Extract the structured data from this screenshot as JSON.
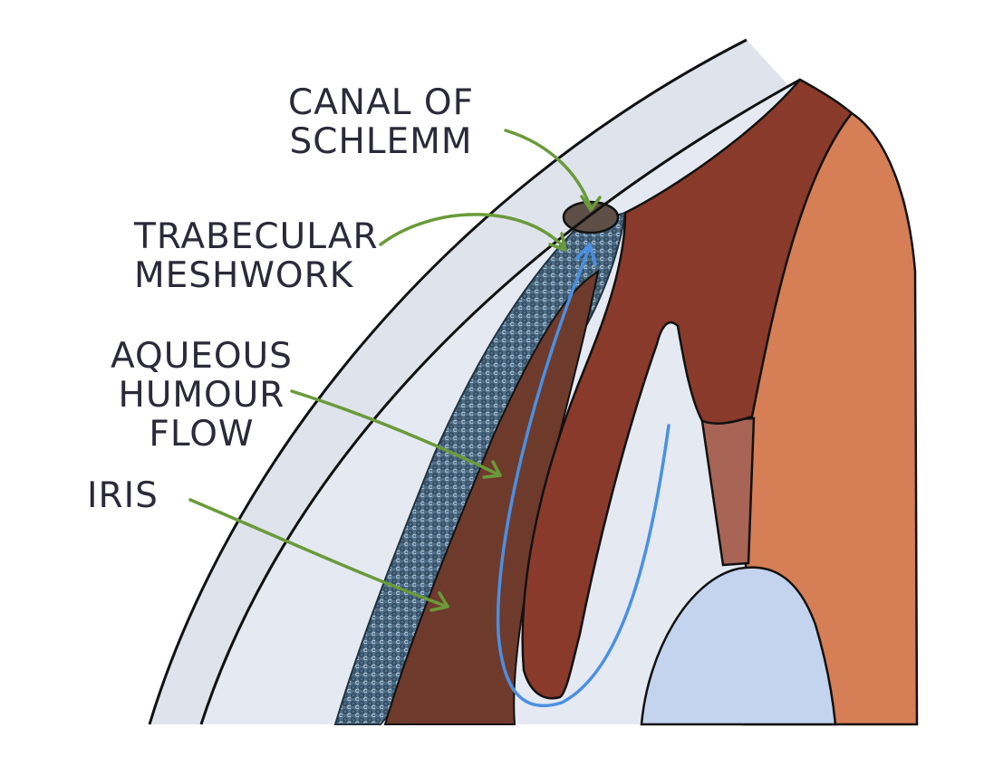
{
  "labels": {
    "canal_of_schlemm": {
      "line1": "CANAL OF",
      "line2": "SCHLEMM"
    },
    "trabecular_meshwork": {
      "line1": "TRABECULAR",
      "line2": "MESHWORK"
    },
    "aqueous_humour_flow": {
      "line1": "AQUEOUS",
      "line2": "HUMOUR",
      "line3": "FLOW"
    },
    "iris": {
      "line1": "IRIS"
    }
  },
  "colors": {
    "sclera": "#dfe3ec",
    "anterior_chamber": "#e5e9f2",
    "meshwork": "#4f6f88",
    "iris": "#6e3a2c",
    "ciliary_body": "#8a3a2a",
    "choroid": "#d67e55",
    "zonule": "#a86455",
    "lens": "#c4d4ef",
    "arrow_green": "#6a9a3a",
    "flow_blue": "#4a90e2",
    "outline": "#111111"
  }
}
